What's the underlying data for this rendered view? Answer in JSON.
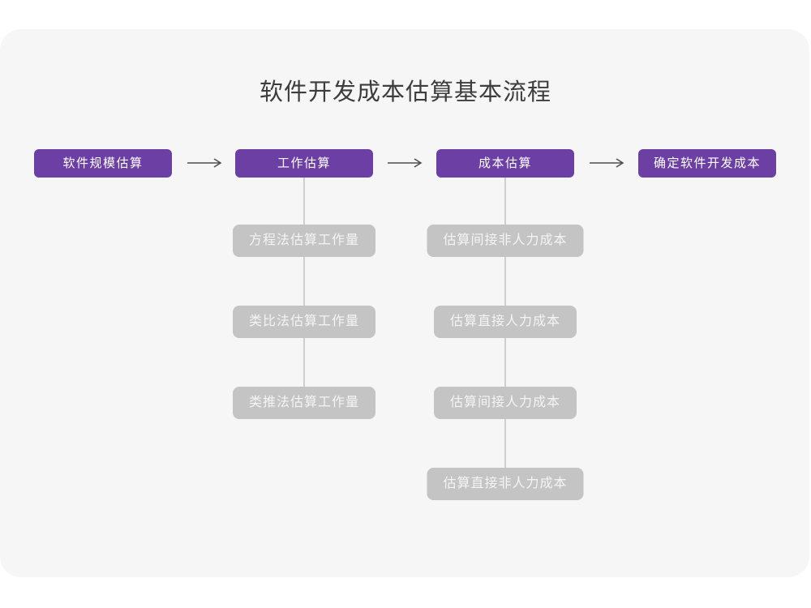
{
  "title": "软件开发成本估算基本流程",
  "colors": {
    "panel_bg": "#f6f6f6",
    "node_purple": "#6C3FA4",
    "node_gray": "#C4C4C4",
    "arrow": "#4d4d4d",
    "connector": "#cfcfcf",
    "title_text": "#3d3d3d"
  },
  "flow": {
    "nodes": [
      {
        "label": "软件规模估算"
      },
      {
        "label": "工作估算"
      },
      {
        "label": "成本估算"
      },
      {
        "label": "确定软件开发成本"
      }
    ]
  },
  "branches": [
    {
      "parent": "工作估算",
      "items": [
        "方程法估算工作量",
        "类比法估算工作量",
        "类推法估算工作量"
      ]
    },
    {
      "parent": "成本估算",
      "items": [
        "估算间接非人力成本",
        "估算直接人力成本",
        "估算间接人力成本",
        "估算直接非人力成本"
      ]
    }
  ]
}
